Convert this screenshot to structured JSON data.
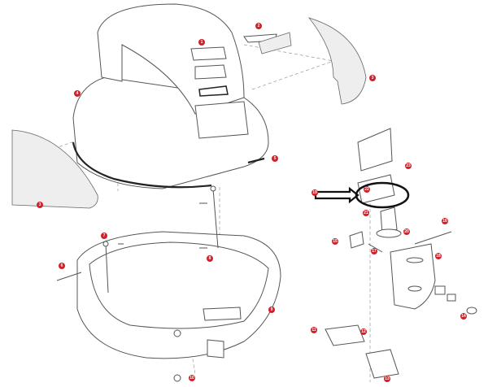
{
  "diagram": {
    "accent_color": "#d0202a",
    "callouts": [
      {
        "id": "c1",
        "label": "1"
      },
      {
        "id": "c2",
        "label": "2"
      },
      {
        "id": "c3",
        "label": "3"
      },
      {
        "id": "c4",
        "label": "4"
      },
      {
        "id": "c5",
        "label": "5"
      },
      {
        "id": "c3b",
        "label": "3"
      },
      {
        "id": "c6",
        "label": "6"
      },
      {
        "id": "c7",
        "label": "7"
      },
      {
        "id": "c8",
        "label": "8"
      },
      {
        "id": "c9",
        "label": "9"
      },
      {
        "id": "c10",
        "label": "10"
      },
      {
        "id": "c11",
        "label": "11"
      },
      {
        "id": "c12",
        "label": "12"
      },
      {
        "id": "c13",
        "label": "13"
      },
      {
        "id": "c14",
        "label": "14"
      },
      {
        "id": "c15",
        "label": "15"
      },
      {
        "id": "c16",
        "label": "16"
      },
      {
        "id": "c17",
        "label": "17"
      },
      {
        "id": "c18",
        "label": "18"
      },
      {
        "id": "c19",
        "label": "19"
      },
      {
        "id": "c20",
        "label": "20"
      },
      {
        "id": "c21",
        "label": "21"
      },
      {
        "id": "c22",
        "label": "22"
      },
      {
        "id": "c23",
        "label": "23"
      }
    ]
  }
}
